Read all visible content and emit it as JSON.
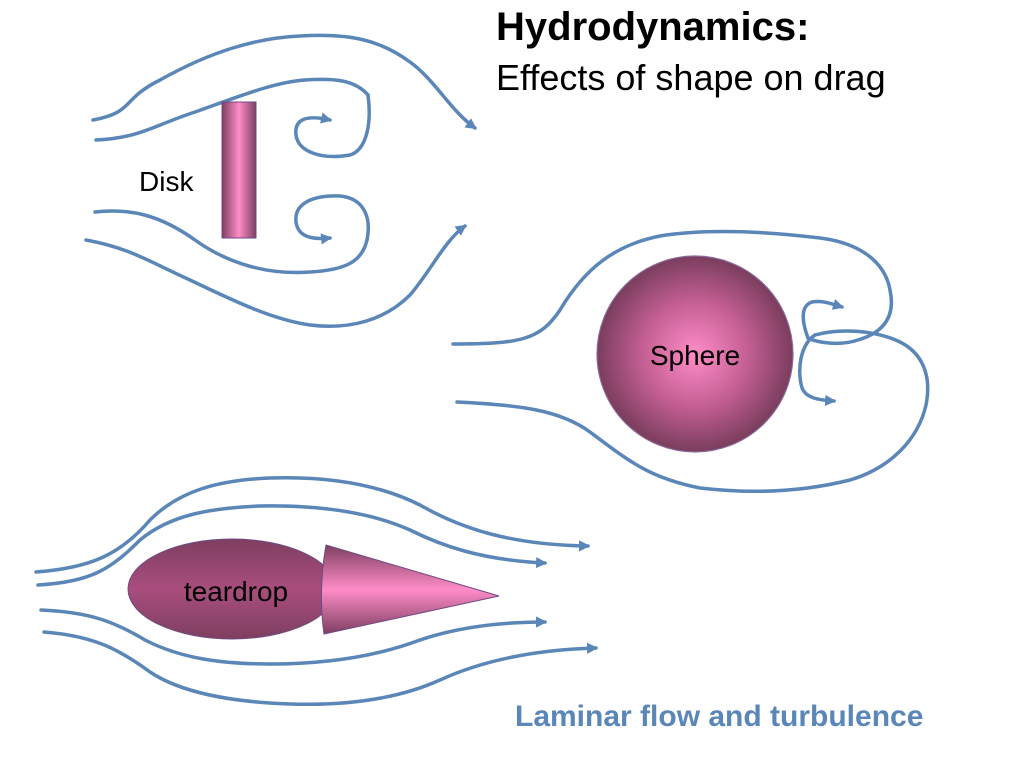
{
  "title": "Hydrodynamics:",
  "subtitle": "Effects of shape on drag",
  "footer": "Laminar flow and turbulence",
  "shapes": {
    "disk": "Disk",
    "sphere": "Sphere",
    "teardrop": "teardrop"
  },
  "colors": {
    "flow_line": "#5b86b8",
    "footer_text": "#5b86b8",
    "shape_dark": "#7e3f60",
    "shape_light": "#ff8cc8"
  }
}
